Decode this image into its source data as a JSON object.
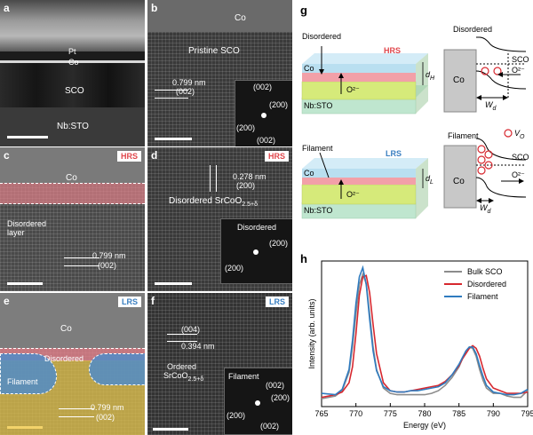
{
  "panels": {
    "a": {
      "label": "a",
      "layers": {
        "pt": "Pt",
        "co": "Co",
        "sco": "SCO",
        "substrate": "Nb:STO"
      }
    },
    "b": {
      "label": "b",
      "co": "Co",
      "pristine": "Pristine SCO",
      "spacing_nm": "0.799 nm",
      "spacing_plane": "(002)",
      "fft_spots": [
        "(002)",
        "(200)",
        "(200)",
        "(002)"
      ]
    },
    "c": {
      "label": "c",
      "tag": "HRS",
      "co": "Co",
      "disordered": "Disordered",
      "layer": "layer",
      "spacing_nm": "0.799 nm",
      "spacing_plane": "(002)"
    },
    "d": {
      "label": "d",
      "tag": "HRS",
      "spacing_nm": "0.278 nm",
      "spacing_plane": "(200)",
      "title": "Disordered SrCoO",
      "title_sub": "2.5+δ",
      "fft_label": "Disordered",
      "fft_spots": [
        "(200)",
        "(200)"
      ]
    },
    "e": {
      "label": "e",
      "tag": "LRS",
      "co": "Co",
      "disordered": "Disordered",
      "filament": "Filament",
      "spacing_nm": "0.799 nm",
      "spacing_plane": "(002)"
    },
    "f": {
      "label": "f",
      "tag": "LRS",
      "plane": "(004)",
      "spacing_nm": "0.394 nm",
      "ordered": "Ordered",
      "ordered_formula": "SrCoO",
      "ordered_sub": "2.5+δ",
      "fft_label": "Filament",
      "fft_spots": [
        "(002)",
        "(200)",
        "(200)",
        "(002)"
      ]
    },
    "g": {
      "label": "g",
      "top": {
        "tag": "HRS",
        "state": "Disordered",
        "co": "Co",
        "substrate": "Nb:STO",
        "ion": "O²⁻",
        "thickness": "d",
        "thickness_sub": "H",
        "band_title": "Disordered",
        "band_co": "Co",
        "band_sco": "SCO",
        "band_ion": "O²⁻",
        "width": "W",
        "width_sub": "d"
      },
      "bottom": {
        "tag": "LRS",
        "state": "Filament",
        "co": "Co",
        "substrate": "Nb:STO",
        "ion": "O²⁻",
        "thickness": "d",
        "thickness_sub": "L",
        "band_title": "Filament",
        "band_co": "Co",
        "band_sco": "SCO",
        "band_ion": "O²⁻",
        "width": "W",
        "width_sub": "d",
        "vacancy": "V",
        "vacancy_sub": "O"
      }
    },
    "h": {
      "label": "h"
    }
  },
  "colors": {
    "hrs": "#e0474c",
    "lrs": "#3a7fc1",
    "bulk": "#8c8c8c",
    "disordered_line": "#d7282f",
    "filament_line": "#2f7bbf",
    "co_layer": "#b9dff0",
    "dis_layer": "#f2a0a8",
    "sco_layer": "#d6ea7a",
    "sub_layer": "#bfe6cf"
  },
  "chart_data": {
    "type": "line",
    "xlabel": "Energy (eV)",
    "ylabel": "Intensity (arb. units)",
    "xlim": [
      765,
      795
    ],
    "ylim": [
      0,
      1.1
    ],
    "xticks": [
      765,
      770,
      775,
      780,
      785,
      790,
      795
    ],
    "legend": "top-right",
    "grid": false,
    "x": [
      765,
      767,
      768,
      769,
      769.5,
      770,
      770.5,
      771,
      771.5,
      772,
      772.5,
      773,
      774,
      775,
      776,
      777,
      778,
      779,
      780,
      781,
      782,
      783,
      784,
      785,
      785.5,
      786,
      786.5,
      787,
      787.5,
      788,
      788.5,
      789,
      790,
      791,
      792,
      793,
      794,
      795
    ],
    "series": [
      {
        "name": "Bulk SCO",
        "values": [
          0.06,
          0.08,
          0.12,
          0.26,
          0.45,
          0.7,
          0.92,
          1.0,
          0.93,
          0.7,
          0.45,
          0.28,
          0.14,
          0.1,
          0.09,
          0.09,
          0.09,
          0.09,
          0.09,
          0.1,
          0.12,
          0.16,
          0.22,
          0.3,
          0.36,
          0.42,
          0.45,
          0.44,
          0.38,
          0.28,
          0.2,
          0.14,
          0.1,
          0.1,
          0.08,
          0.07,
          0.07,
          0.12
        ]
      },
      {
        "name": "Disordered",
        "values": [
          0.07,
          0.09,
          0.11,
          0.18,
          0.3,
          0.55,
          0.84,
          0.98,
          0.99,
          0.86,
          0.62,
          0.4,
          0.18,
          0.12,
          0.11,
          0.11,
          0.12,
          0.13,
          0.14,
          0.15,
          0.16,
          0.19,
          0.24,
          0.31,
          0.36,
          0.4,
          0.44,
          0.46,
          0.44,
          0.38,
          0.29,
          0.21,
          0.14,
          0.12,
          0.1,
          0.1,
          0.1,
          0.11
        ]
      },
      {
        "name": "Filament",
        "values": [
          0.1,
          0.09,
          0.13,
          0.28,
          0.5,
          0.78,
          0.98,
          1.05,
          0.92,
          0.66,
          0.42,
          0.27,
          0.15,
          0.12,
          0.11,
          0.11,
          0.12,
          0.12,
          0.13,
          0.14,
          0.15,
          0.18,
          0.24,
          0.32,
          0.37,
          0.42,
          0.45,
          0.45,
          0.4,
          0.31,
          0.23,
          0.16,
          0.11,
          0.1,
          0.09,
          0.09,
          0.1,
          0.13
        ]
      }
    ]
  }
}
